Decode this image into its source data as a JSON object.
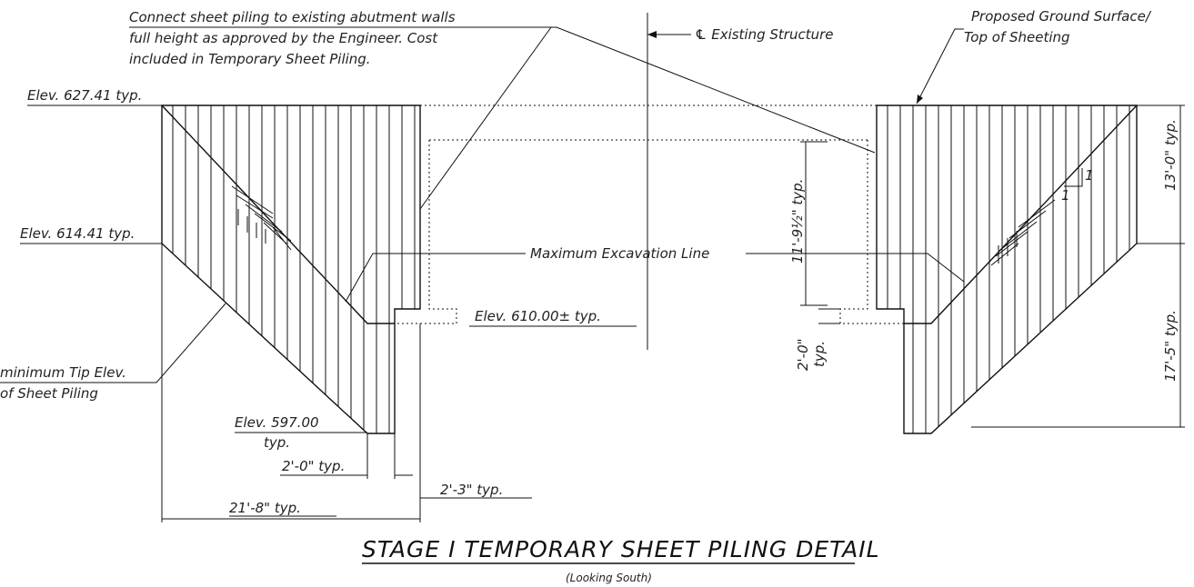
{
  "labels": {
    "note_connect_1": "Connect sheet piling to existing abutment walls",
    "note_connect_2": "full height as approved by the Engineer. Cost",
    "note_connect_3": "included in Temporary Sheet Piling.",
    "centerline": "℄ Existing Structure",
    "ground_1": "Proposed Ground Surface/",
    "ground_2": "Top of Sheeting",
    "elev_top": "Elev. 627.41 typ.",
    "elev_mid": "Elev. 614.41 typ.",
    "elev_exc": "Elev. 610.00± typ.",
    "elev_tip_1": "Elev. 597.00",
    "elev_tip_2": "typ.",
    "min_tip_1": "minimum Tip Elev.",
    "min_tip_2": "of Sheet Piling",
    "max_exc": "Maximum Excavation Line",
    "dim_2ft": "2'-0\" typ.",
    "dim_2ft3": "2'-3\" typ.",
    "dim_21ft8": "21'-8\" typ.",
    "dim_11ft": "11'-9½\" typ.",
    "dim_2ft_right_1": "2'-0\"",
    "dim_2ft_right_2": "typ.",
    "dim_13ft": "13'-0\" typ.",
    "dim_17ft": "17'-5\" typ.",
    "slope_1": "1",
    "slope_2": "1"
  },
  "title": "STAGE I TEMPORARY SHEET PILING DETAIL",
  "subtitle": "(Looking South)"
}
